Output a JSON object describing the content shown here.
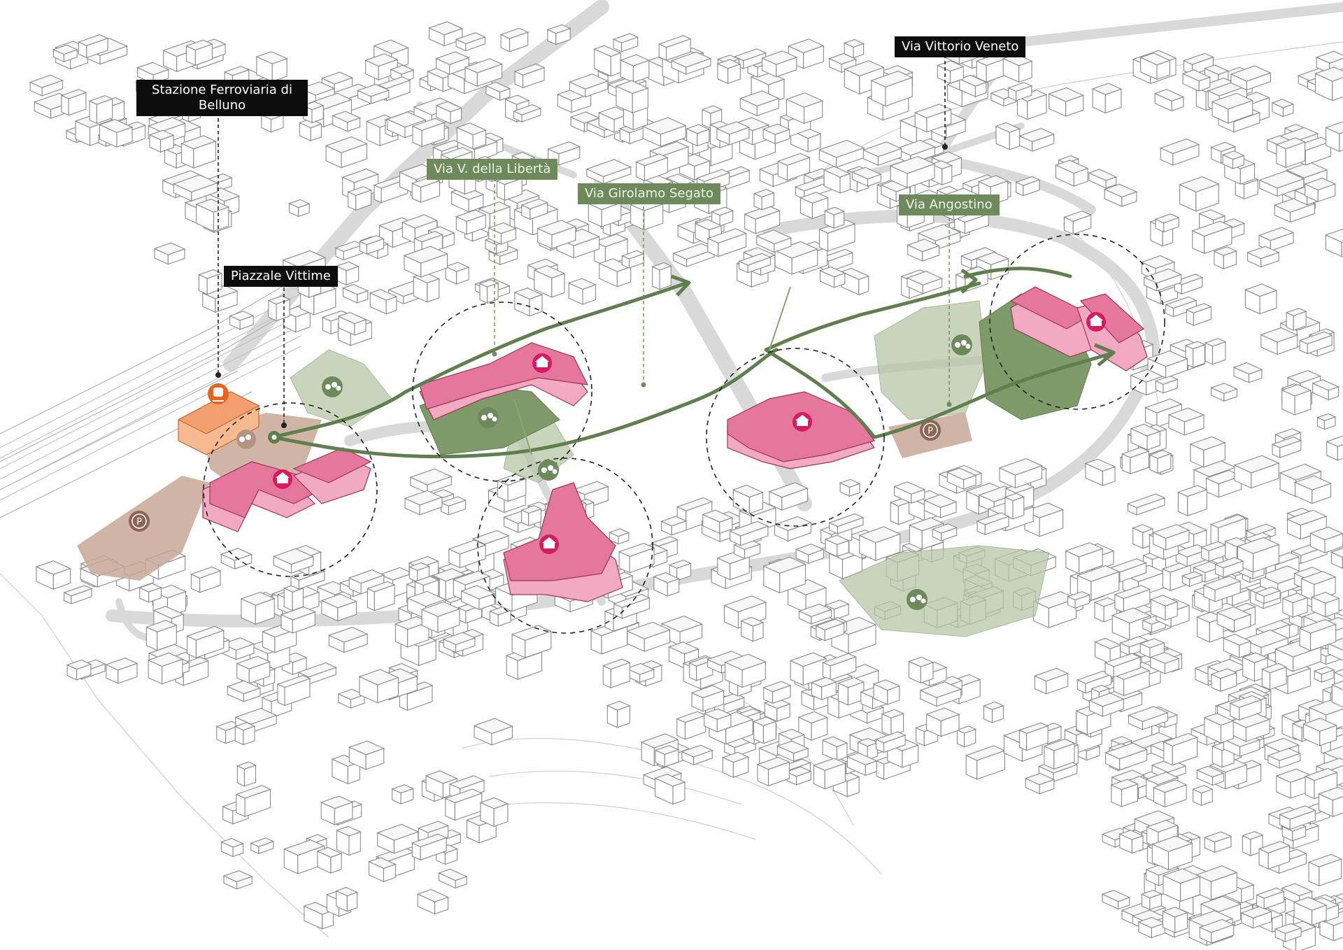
{
  "labels": {
    "station": "Stazione Ferroviaria di Belluno",
    "piazzale": "Piazzale Vittime",
    "via_liberta": "Via V. della Libertà",
    "via_segato": "Via Girolamo Segato",
    "via_angostino": "Via Angostino",
    "via_veneto": "Via Vittorio Veneto"
  },
  "colors": {
    "route": "#5f7f4f",
    "highlight_building": "#e5769c",
    "station_building": "#f2a070",
    "parking": "#c8a796",
    "park": "#b7c6a8",
    "label_black": "#0d0d0d",
    "label_green": "#6e8a5c"
  },
  "icons": {
    "station": "train-icon",
    "school": "school-building-icon",
    "park": "trees-icon",
    "parking": "parking-icon"
  }
}
